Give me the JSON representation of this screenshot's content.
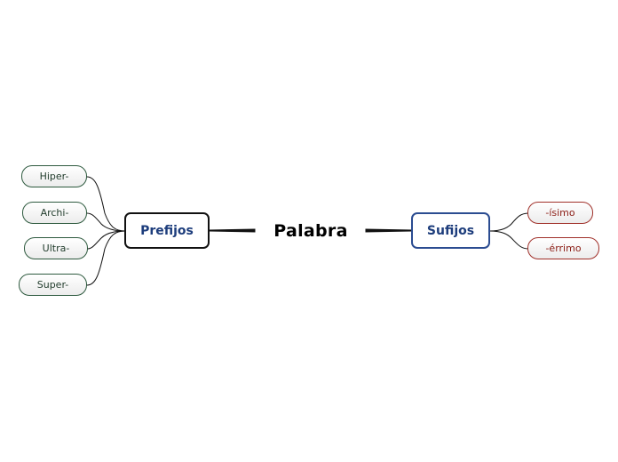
{
  "central": {
    "label": "Palabra"
  },
  "branches": {
    "left": {
      "label": "Prefijos",
      "children": [
        "Hiper-",
        "Archi-",
        "Ultra-",
        "Super-"
      ]
    },
    "right": {
      "label": "Sufijos",
      "children": [
        "-ísimo",
        "-érrimo"
      ]
    }
  },
  "colors": {
    "left_leaf_border": "#2e5a3f",
    "right_leaf_border": "#a0302a",
    "branch_text": "#1d3d7c"
  }
}
